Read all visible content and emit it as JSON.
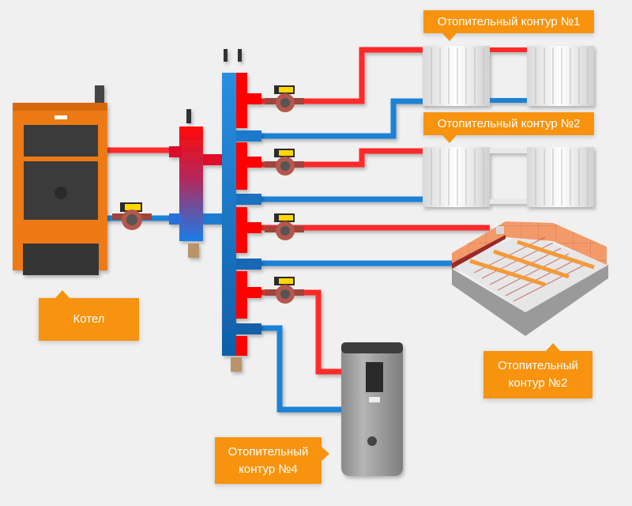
{
  "diagram": {
    "title": "Heating system with hydraulic separator and manifold",
    "colors": {
      "background": "#f0f0f0",
      "hot_pipe": "#ff2a2a",
      "cold_pipe": "#1f82d6",
      "label_bg": "#f7930e",
      "label_text": "#ffffff",
      "boiler": "#ee7a12"
    },
    "labels": {
      "boiler": "Котел",
      "radiator_circuit_1": "Отопительный контур №1",
      "radiator_circuit_2": "Отопительный контур №2",
      "floor_circuit_line1": "Отопительный",
      "floor_circuit_line2": "контур №2",
      "boiler_tank_line1": "Отопительный",
      "boiler_tank_line2": "контур №4"
    },
    "components": [
      {
        "id": "boiler",
        "name": "Solid-fuel boiler"
      },
      {
        "id": "boiler-pump",
        "name": "Circulation pump (boiler loop)"
      },
      {
        "id": "hydro-separator",
        "name": "Hydraulic separator"
      },
      {
        "id": "manifold",
        "name": "Distribution manifold"
      },
      {
        "id": "pump-1",
        "name": "Circuit pump 1"
      },
      {
        "id": "pump-2",
        "name": "Circuit pump 2"
      },
      {
        "id": "pump-3",
        "name": "Circuit pump 3"
      },
      {
        "id": "pump-4",
        "name": "Circuit pump 4"
      },
      {
        "id": "radiators-1",
        "name": "Radiator group 1"
      },
      {
        "id": "radiators-2",
        "name": "Radiator group 2"
      },
      {
        "id": "underfloor-heating",
        "name": "Underfloor heating"
      },
      {
        "id": "water-heater",
        "name": "Indirect water heater"
      }
    ]
  }
}
